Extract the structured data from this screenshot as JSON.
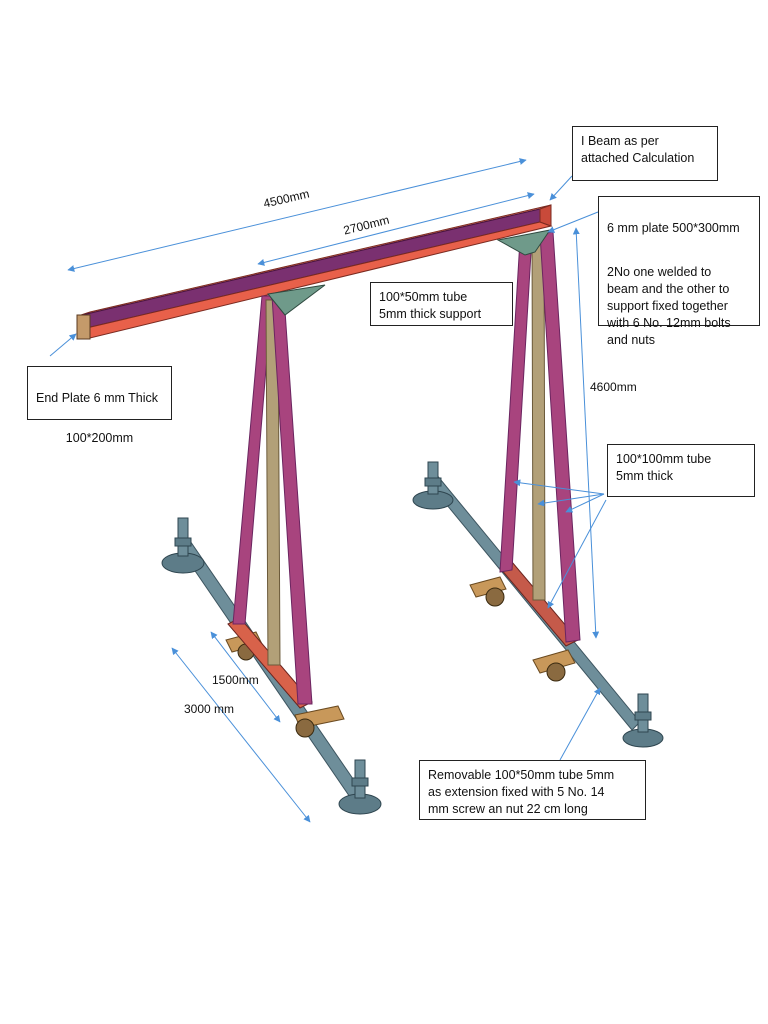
{
  "callouts": {
    "i_beam": "I Beam as per\nattached Calculation",
    "plate": "6 mm plate 500*300mm",
    "plate_detail": "2No one welded to\nbeam and the other to\nsupport fixed together\nwith 6 No. 12mm bolts\nand nuts",
    "tube_100x50": "100*50mm tube\n5mm thick support",
    "end_plate_line1": "End Plate 6 mm Thick",
    "end_plate_line2": "100*200mm",
    "tube_100x100": "100*100mm tube\n5mm thick",
    "removable": "Removable 100*50mm tube 5mm\nas extension fixed with 5 No. 14\nmm screw an nut 22 cm long"
  },
  "dimensions": {
    "length_total": "4500mm",
    "length_span": "2700mm",
    "height": "4600mm",
    "base_inner": "1500mm",
    "base_outer": "3000 mm"
  },
  "colors": {
    "beam_flange": "#e8604a",
    "beam_web": "#7a3070",
    "leg": "#a8447e",
    "leg_edge": "#6b2560",
    "steel": "#6e8e9a",
    "steel_dark": "#3d5560",
    "gusset": "#6f9a8a",
    "caster": "#c8985a",
    "dimension_line": "#4a90d9"
  }
}
